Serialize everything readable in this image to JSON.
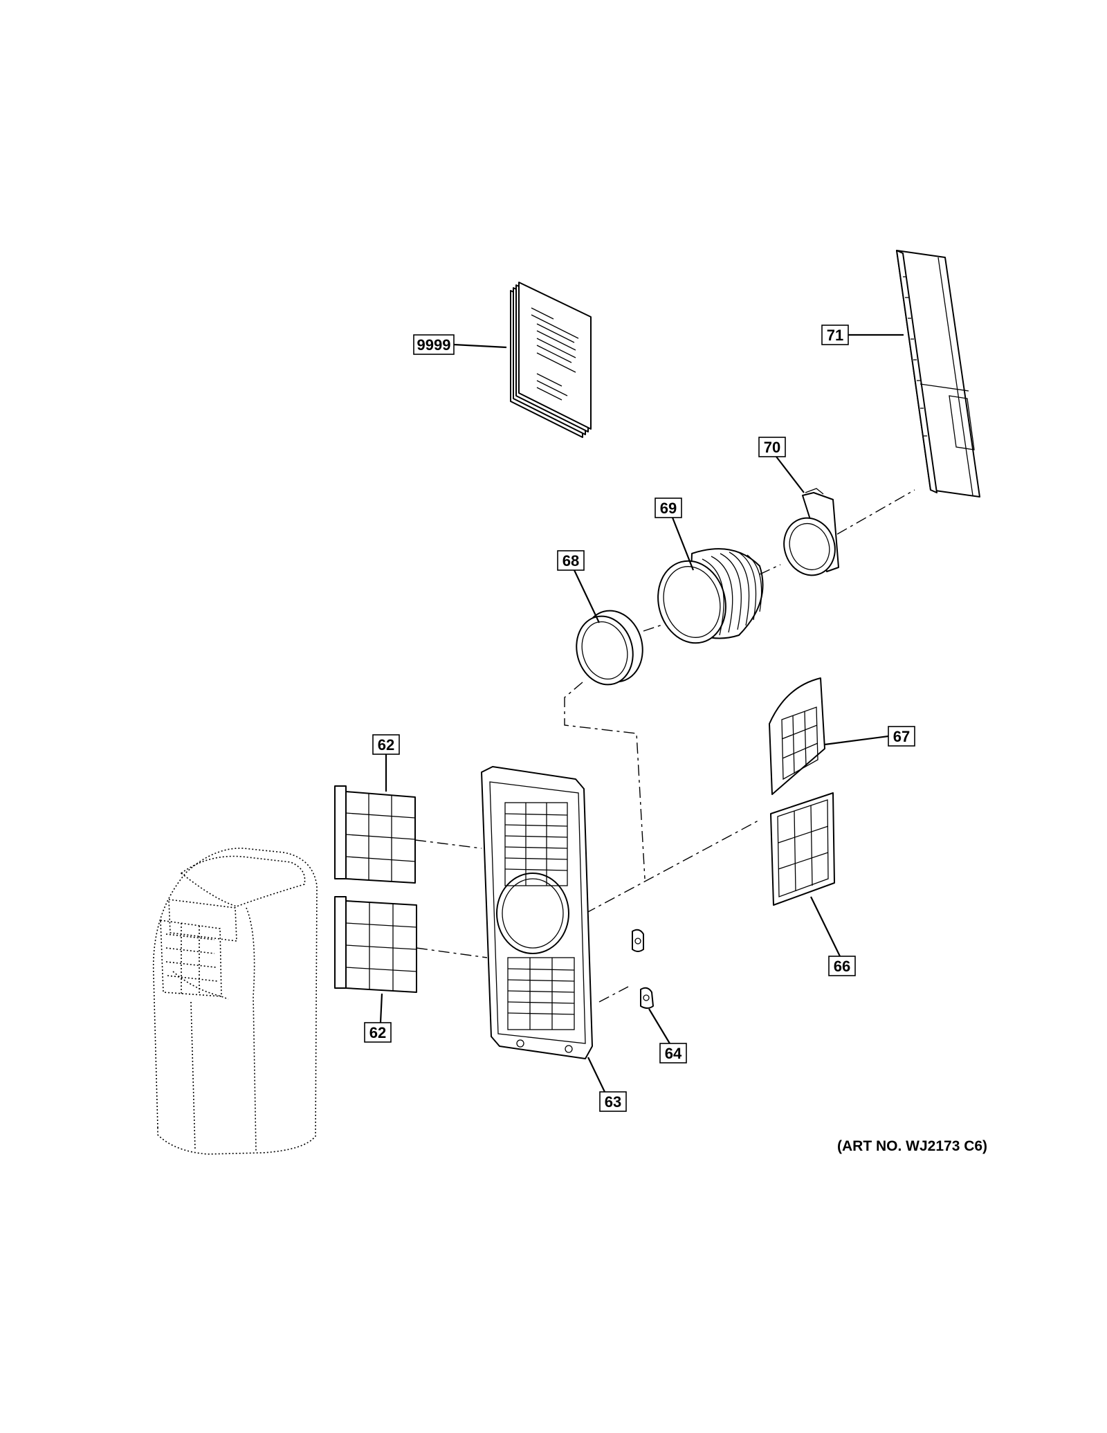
{
  "callouts": {
    "c9999": "9999",
    "c71": "71",
    "c70": "70",
    "c69": "69",
    "c68": "68",
    "c67": "67",
    "c62a": "62",
    "c62b": "62",
    "c66": "66",
    "c64": "64",
    "c63": "63"
  },
  "art_number": "(ART NO. WJ2173 C6)"
}
